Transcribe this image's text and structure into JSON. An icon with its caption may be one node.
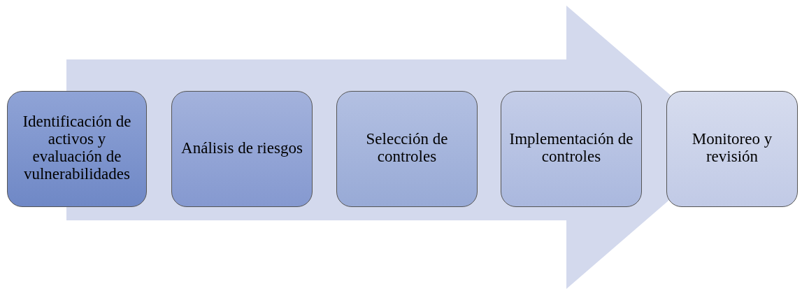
{
  "diagram": {
    "nodes": [
      {
        "text": [
          "Identificación de activos y evaluación de vulnerabilidades"
        ]
      },
      {
        "text": [
          "Análisis de riesgos"
        ]
      },
      {
        "text": [
          "Selección de controles"
        ]
      },
      {
        "text": [
          "Implementación de controles"
        ]
      },
      {
        "text": [
          "Monitoreo y revisión"
        ]
      }
    ],
    "edges": [
      {
        "from": 0,
        "to": 4,
        "arrow": "to"
      }
    ]
  }
}
